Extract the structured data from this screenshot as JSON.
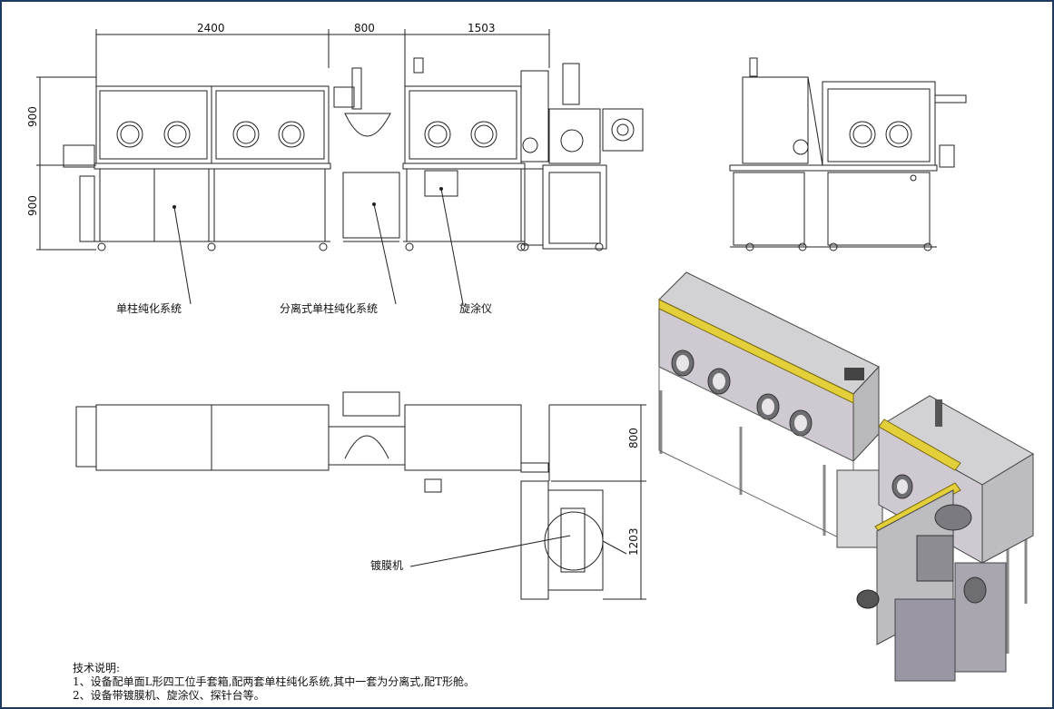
{
  "dimensions": {
    "top_width_left": "2400",
    "top_width_mid": "800",
    "top_width_right": "1503",
    "height_upper": "900",
    "height_lower": "900",
    "plan_depth": "800",
    "plan_side": "1203"
  },
  "labels": {
    "purification_system": "单柱纯化系统",
    "split_purification_system": "分离式单柱纯化系统",
    "spin_coater": "旋涂仪",
    "coating_machine": "镀膜机"
  },
  "notes": {
    "title": "技术说明:",
    "line1": "1、设备配单面L形四工位手套箱,配两套单柱纯化系统,其中一套为分离式,配T形舱。",
    "line2": "2、设备带镀膜机、旋涂仪、探针台等。"
  },
  "colors": {
    "frame": "#1f3a5f",
    "line": "#222222",
    "yellow_rail": "#e3cf3a",
    "box_gray": "#c9c9cb",
    "window": "#d9d6dc"
  }
}
